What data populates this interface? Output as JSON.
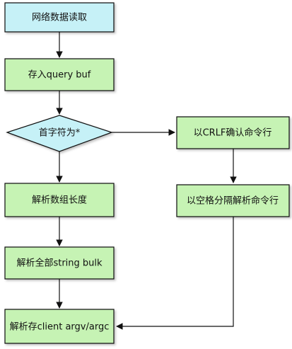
{
  "colors": {
    "start_fill": "#c6f1f7",
    "process_fill": "#c6f3b4",
    "decision_fill": "#c6f1f7",
    "stroke": "#111111"
  },
  "nodes": {
    "network_read": "网络数据读取",
    "store_query_buf": "存入query buf",
    "decision_first_char": "首字符为*",
    "crlf_confirm": "以CRLF确认命令行",
    "space_split": "以空格分隔解析命令行",
    "parse_array_length": "解析数组长度",
    "parse_all_bulk": "解析全部string bulk",
    "parse_client_argv": "解析存client argv/argc"
  }
}
